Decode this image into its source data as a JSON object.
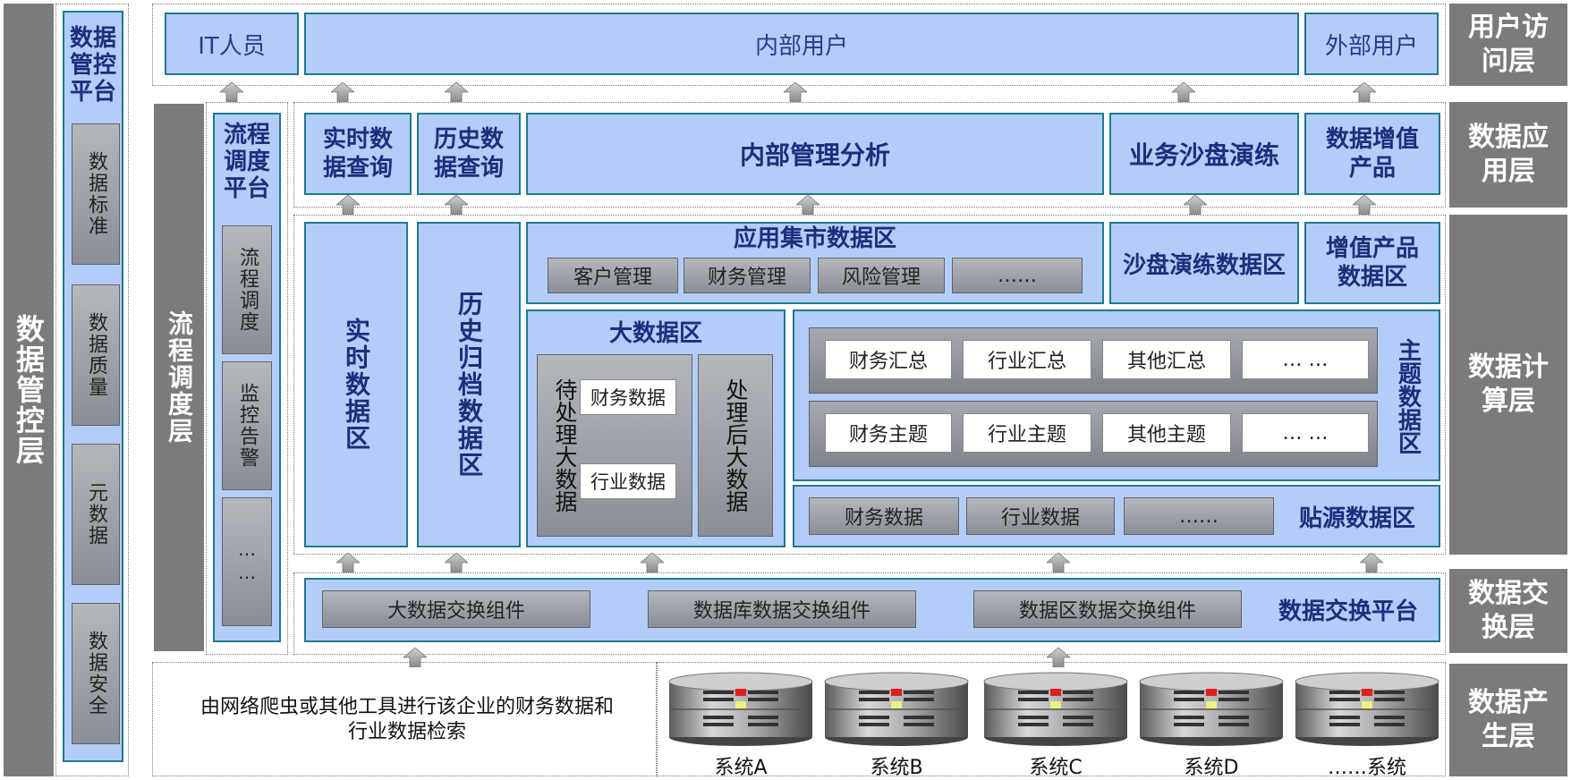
{
  "left_layer": "数据管控层",
  "control_platform": {
    "title": "数据管控平台",
    "items": [
      "数据标准",
      "数据质量",
      "元数据",
      "数据安全"
    ]
  },
  "flow_layer": "流程调度层",
  "flow_platform": {
    "title": "流程调度平台",
    "items": [
      "流程调度",
      "监控告警",
      "……"
    ]
  },
  "right_layers": [
    "用户访问层",
    "数据应用层",
    "数据计算层",
    "数据交换层",
    "数据产生层"
  ],
  "users": {
    "it": "IT人员",
    "internal": "内部用户",
    "external": "外部用户"
  },
  "apps": {
    "realtime_query": "实时数据查询",
    "history_query": "历史数据查询",
    "internal_analysis": "内部管理分析",
    "sandbox": "业务沙盘演练",
    "value_product": "数据增值产品"
  },
  "compute": {
    "realtime_zone": "实时数据区",
    "history_zone": "历史归档数据区",
    "market_zone": {
      "title": "应用集市数据区",
      "items": [
        "客户管理",
        "财务管理",
        "风险管理",
        "……"
      ]
    },
    "sandbox_zone": "沙盘演练数据区",
    "value_zone": "增值产品数据区",
    "bigdata_zone": {
      "title": "大数据区",
      "pending": "待处理大数据",
      "pending_items": [
        "财务数据",
        "行业数据"
      ],
      "processed": "处理后大数据"
    },
    "topic_zone": {
      "title": "主题数据区",
      "row1": [
        "财务汇总",
        "行业汇总",
        "其他汇总",
        "… …"
      ],
      "row2": [
        "财务主题",
        "行业主题",
        "其他主题",
        "… …"
      ]
    },
    "source_zone": {
      "title": "贴源数据区",
      "items": [
        "财务数据",
        "行业数据",
        "……"
      ]
    }
  },
  "exchange": {
    "title": "数据交换平台",
    "items": [
      "大数据交换组件",
      "数据库数据交换组件",
      "数据区数据交换组件"
    ]
  },
  "source": {
    "crawler_text": "由网络爬虫或其他工具进行该企业的财务数据和行业数据检索",
    "systems": [
      "系统A",
      "系统B",
      "系统C",
      "系统D",
      "……系统"
    ]
  }
}
